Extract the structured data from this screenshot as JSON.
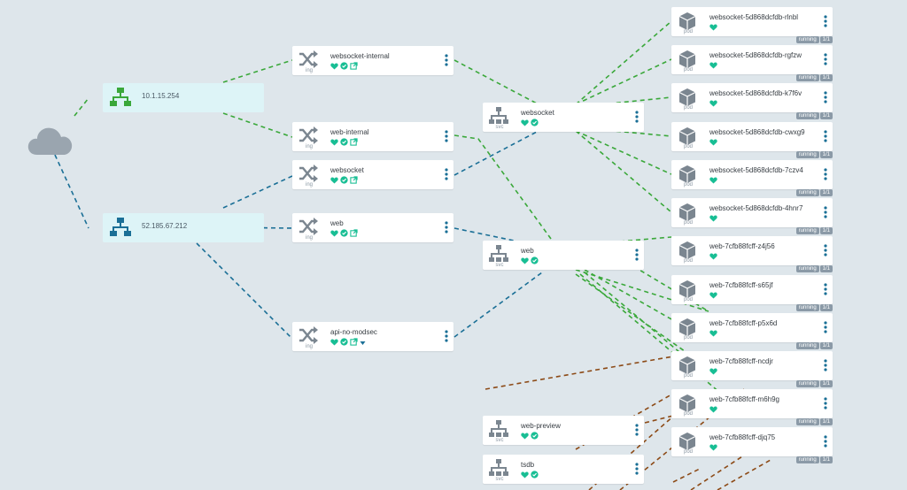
{
  "internet_icon": "cloud-icon",
  "colors": {
    "green_edge": "#3aa83a",
    "blue_edge": "#1a6f96",
    "brown_edge": "#8c4a16",
    "healthy": "#18be94",
    "kind_text": "#8a97a3"
  },
  "networks": [
    {
      "id": "net1",
      "ip": "10.1.15.254",
      "color": "#3aa83a",
      "icon": "network-icon"
    },
    {
      "id": "net2",
      "ip": "52.185.67.212",
      "color": "#1a6f96",
      "icon": "network-icon"
    }
  ],
  "ingresses": [
    {
      "id": "ing1",
      "name": "websocket-internal",
      "kind": "ing",
      "icons": [
        "heart",
        "check",
        "external-link"
      ]
    },
    {
      "id": "ing2",
      "name": "web-internal",
      "kind": "ing",
      "icons": [
        "heart",
        "check",
        "external-link"
      ]
    },
    {
      "id": "ing3",
      "name": "websocket",
      "kind": "ing",
      "icons": [
        "heart",
        "check",
        "external-link"
      ]
    },
    {
      "id": "ing4",
      "name": "web",
      "kind": "ing",
      "icons": [
        "heart",
        "check",
        "external-link"
      ]
    },
    {
      "id": "ing5",
      "name": "api-no-modsec",
      "kind": "ing",
      "icons": [
        "heart",
        "check",
        "external-link",
        "caret-down"
      ]
    }
  ],
  "services": [
    {
      "id": "svc1",
      "name": "websocket",
      "kind": "svc"
    },
    {
      "id": "svc2",
      "name": "web",
      "kind": "svc"
    },
    {
      "id": "svc3",
      "name": "web-preview",
      "kind": "svc"
    },
    {
      "id": "svc4",
      "name": "tsdb",
      "kind": "svc"
    }
  ],
  "pods": [
    {
      "name": "websocket-5d868dcfdb-rlnbl",
      "kind": "pod",
      "status": "running",
      "ready": "1/1"
    },
    {
      "name": "websocket-5d868dcfdb-rgfzw",
      "kind": "pod",
      "status": "running",
      "ready": "1/1"
    },
    {
      "name": "websocket-5d868dcfdb-k7f6v",
      "kind": "pod",
      "status": "running",
      "ready": "1/1"
    },
    {
      "name": "websocket-5d868dcfdb-cwxg9",
      "kind": "pod",
      "status": "running",
      "ready": "1/1"
    },
    {
      "name": "websocket-5d868dcfdb-7czv4",
      "kind": "pod",
      "status": "running",
      "ready": "1/1"
    },
    {
      "name": "websocket-5d868dcfdb-4hnr7",
      "kind": "pod",
      "status": "running",
      "ready": "1/1"
    },
    {
      "name": "web-7cfb88fcff-z4j56",
      "kind": "pod",
      "status": "running",
      "ready": "1/1"
    },
    {
      "name": "web-7cfb88fcff-s65jf",
      "kind": "pod",
      "status": "running",
      "ready": "1/1"
    },
    {
      "name": "web-7cfb88fcff-p5x6d",
      "kind": "pod",
      "status": "running",
      "ready": "1/1"
    },
    {
      "name": "web-7cfb88fcff-ncdjr",
      "kind": "pod",
      "status": "running",
      "ready": "1/1"
    },
    {
      "name": "web-7cfb88fcff-m6h9g",
      "kind": "pod",
      "status": "running",
      "ready": "1/1"
    },
    {
      "name": "web-7cfb88fcff-djq75",
      "kind": "pod",
      "status": "running",
      "ready": "1/1"
    }
  ]
}
